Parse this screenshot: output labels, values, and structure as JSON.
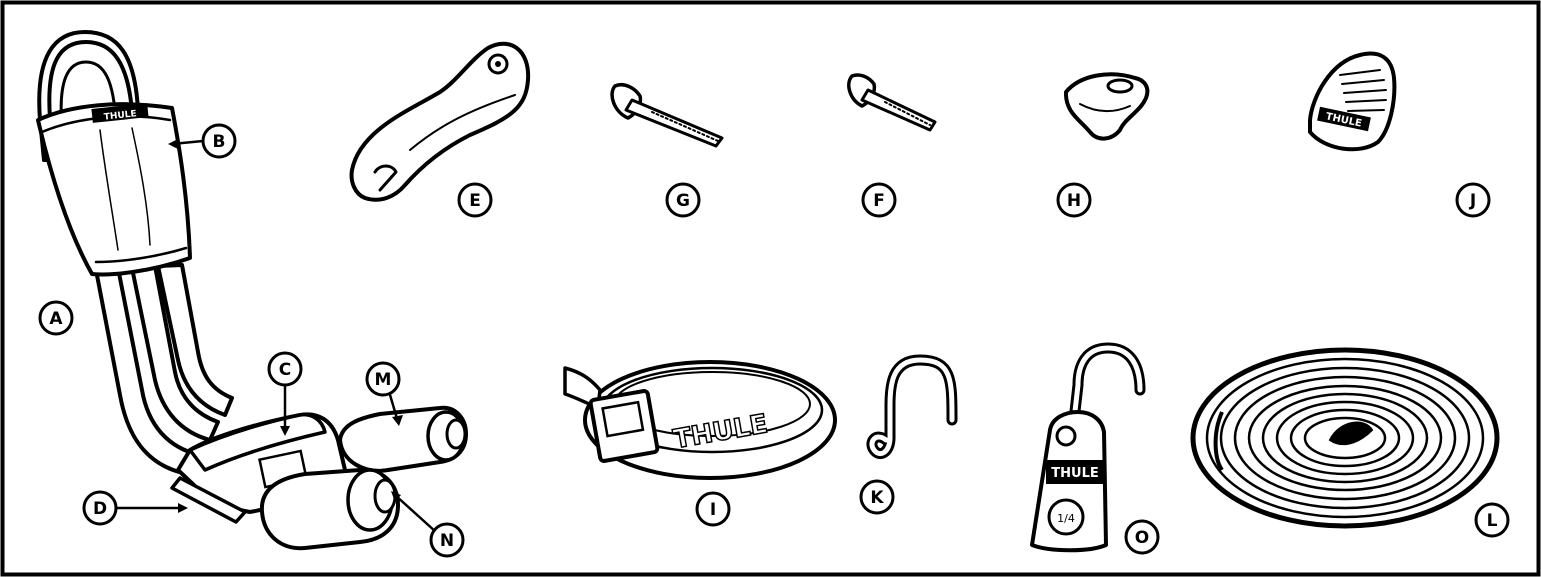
{
  "title": "",
  "brand_text": "THULE",
  "colors": {
    "ink": "#000000",
    "paper": "#ffffff"
  },
  "callouts": {
    "A": "A",
    "B": "B",
    "C": "C",
    "D": "D",
    "E": "E",
    "F": "F",
    "G": "G",
    "H": "H",
    "I": "I",
    "J": "J",
    "K": "K",
    "L": "L",
    "M": "M",
    "N": "N",
    "O": "O"
  },
  "tensioner_text": "1/4"
}
